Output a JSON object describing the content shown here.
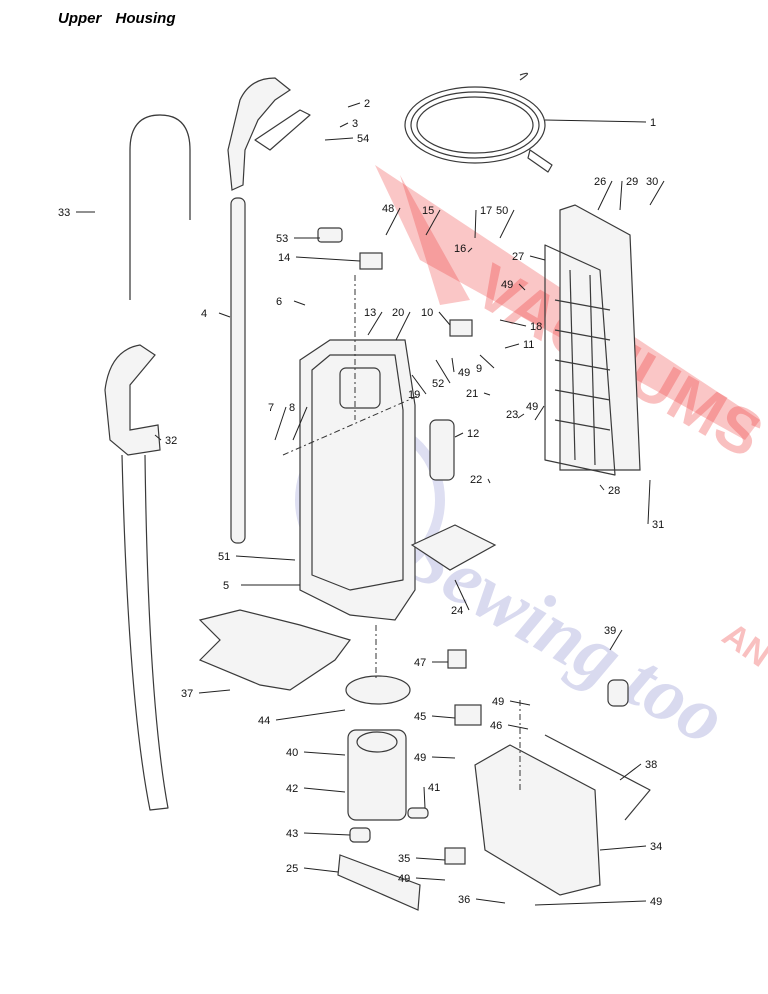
{
  "title": "Upper    Housing",
  "watermark": {
    "brand_red": "VACUUMS",
    "brand_blue": "Sewing too",
    "suffix": "AN",
    "red_color": "#ee3333",
    "blue_color": "#6a6fc2"
  },
  "callouts": [
    "1",
    "2",
    "3",
    "54",
    "33",
    "26",
    "29",
    "30",
    "48",
    "15",
    "17",
    "50",
    "53",
    "16",
    "14",
    "27",
    "49",
    "6",
    "13",
    "20",
    "10",
    "18",
    "4",
    "9",
    "11",
    "7",
    "8",
    "52",
    "49",
    "19",
    "21",
    "23",
    "49",
    "12",
    "32",
    "22",
    "28",
    "31",
    "51",
    "5",
    "24",
    "37",
    "47",
    "39",
    "44",
    "49",
    "46",
    "45",
    "49",
    "38",
    "40",
    "42",
    "41",
    "43",
    "35",
    "34",
    "25",
    "49",
    "36",
    "49"
  ]
}
